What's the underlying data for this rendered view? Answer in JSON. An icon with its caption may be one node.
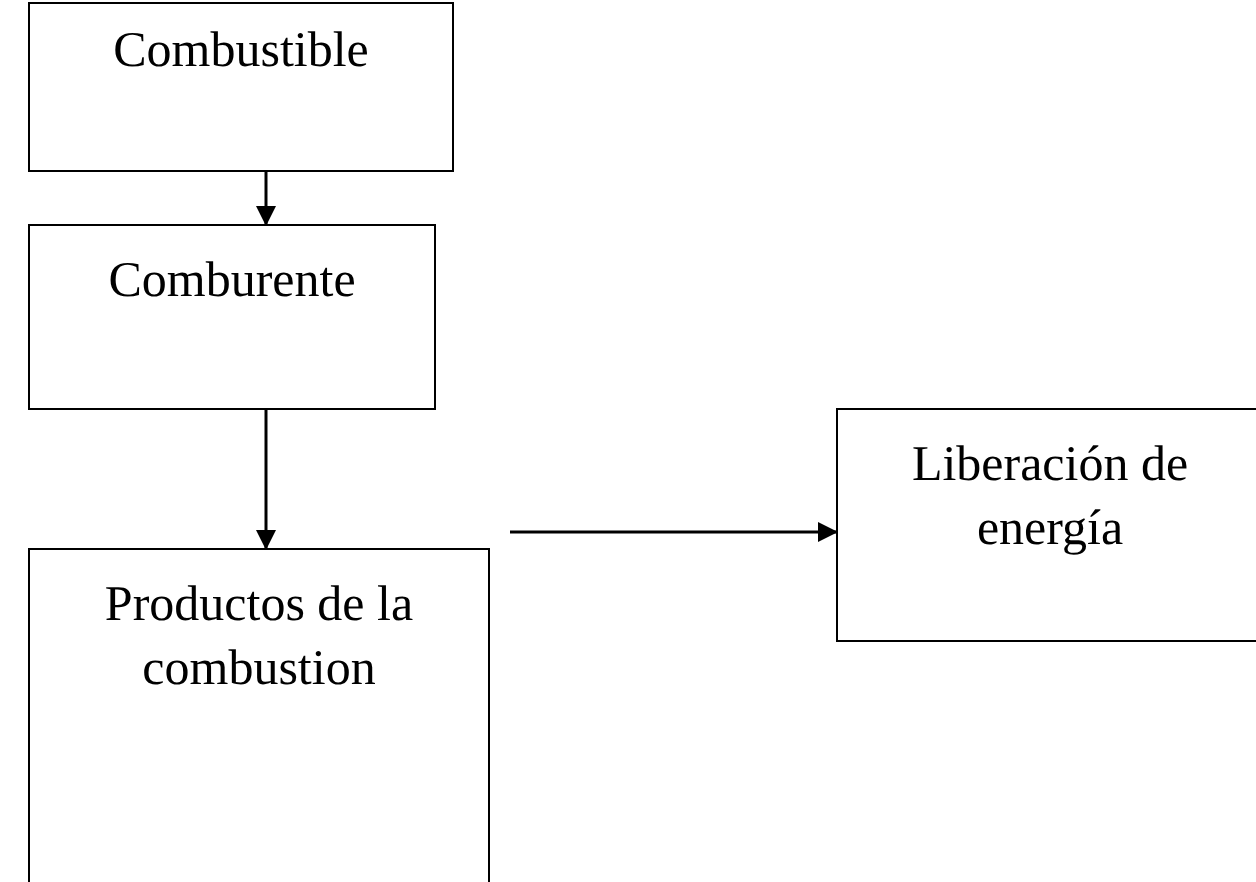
{
  "diagram": {
    "nodes": [
      {
        "text": [
          "Combustible"
        ]
      },
      {
        "text": [
          "Comburente"
        ]
      },
      {
        "text": [
          "Productos de la combustion"
        ]
      },
      {
        "text": [
          "Liberación de energía"
        ]
      }
    ],
    "edges": [
      {
        "from": 0,
        "to": 1,
        "arrow": "to"
      },
      {
        "from": 1,
        "to": 2,
        "arrow": "to"
      },
      {
        "from": null,
        "to": 3,
        "arrow": "to"
      }
    ]
  }
}
